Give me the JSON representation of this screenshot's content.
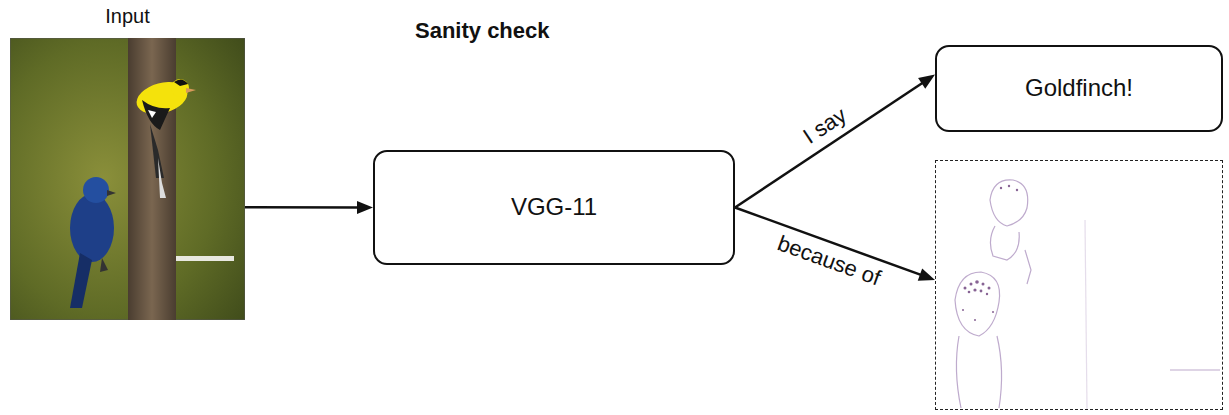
{
  "diagram": {
    "title": "Sanity check",
    "nodes": [
      {
        "text": [
          "Input"
        ]
      },
      {
        "text": [
          "VGG-11"
        ]
      },
      {
        "text": [
          "Goldfinch!"
        ]
      },
      {
        "text": []
      }
    ],
    "edges": [
      {
        "from": 0,
        "to": 1,
        "arrow": "to"
      },
      {
        "from": 1,
        "to": 2,
        "label": "I say",
        "arrow": "to"
      },
      {
        "from": 1,
        "to": 3,
        "label": "because of",
        "arrow": "to"
      }
    ]
  }
}
